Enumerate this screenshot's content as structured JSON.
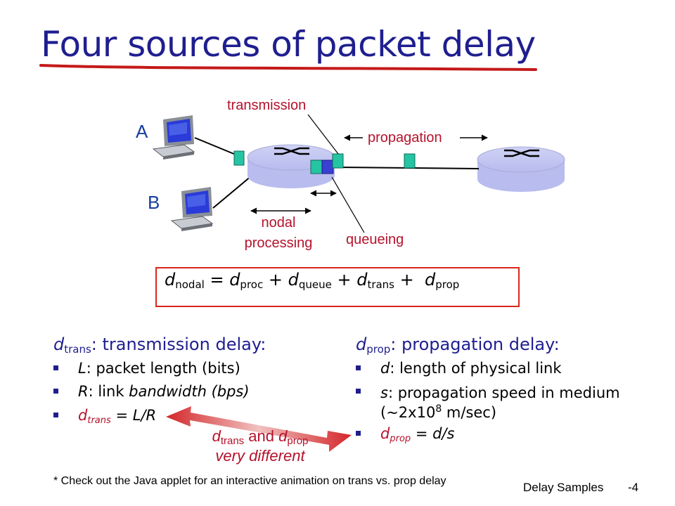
{
  "title": "Four sources of packet delay",
  "diagram": {
    "host_a": "A",
    "host_b": "B",
    "transmission": "transmission",
    "propagation": "propagation",
    "nodal_line1": "nodal",
    "nodal_line2": "processing",
    "queueing": "queueing"
  },
  "formula": {
    "d": "d",
    "nodal": "nodal",
    "eq": " = ",
    "plus": " + ",
    "proc": "proc",
    "queue": "queue",
    "trans": "trans",
    "prop": "prop"
  },
  "left": {
    "head_d": "d",
    "head_sub": "trans",
    "head_text": ": transmission delay:",
    "b1_var": "L",
    "b1_text": ": packet length (bits)",
    "b2_var": "R",
    "b2_text": ": link ",
    "b2_italic": "bandwidth (bps)",
    "b3_d": "d",
    "b3_sub": "trans",
    "b3_text": " = L/R"
  },
  "right": {
    "head_d": "d",
    "head_sub": "prop",
    "head_text": ": propagation delay:",
    "b1_var": "d",
    "b1_text": ": length of physical link",
    "b2_var": "s",
    "b2_text": ": propagation speed in medium",
    "b2_line2a": "(~2x10",
    "b2_sup": "8",
    "b2_line2b": " m/sec)",
    "b3_d": "d",
    "b3_sub": "prop",
    "b3_text": " = d/s"
  },
  "compare": {
    "d1": "d",
    "sub1": "trans",
    "and": " and ",
    "d2": "d",
    "sub2": "prop",
    "line2": "very different"
  },
  "footnote": "* Check out the Java applet for an interactive animation on trans vs. prop delay",
  "footer_left": "Delay Samples",
  "footer_right": "-4"
}
